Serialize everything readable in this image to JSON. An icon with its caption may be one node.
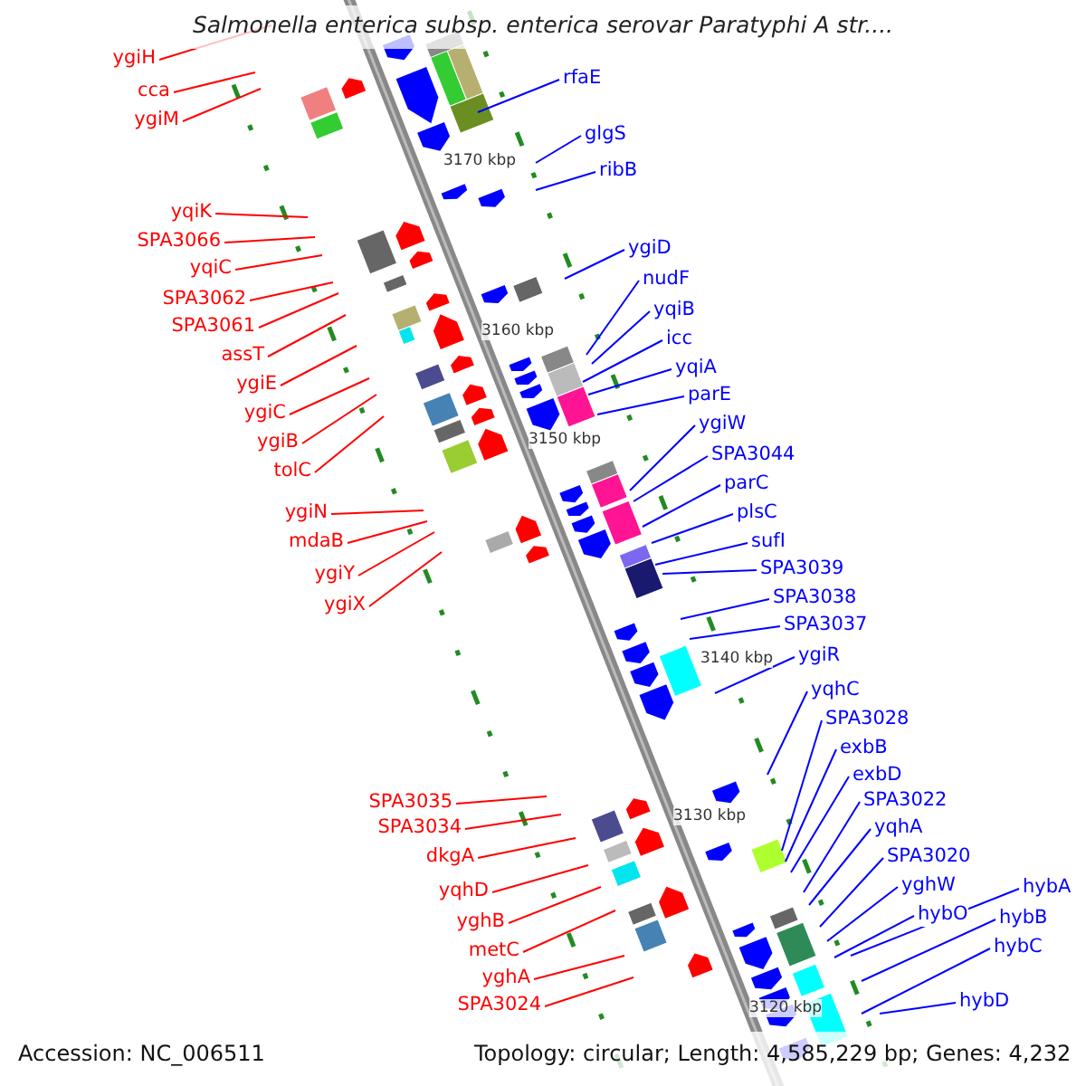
{
  "diagram": {
    "title": "Salmonella enterica subsp. enterica serovar Paratyphi A str....",
    "nodes": [
      {
        "text": [
          "ygiH"
        ]
      },
      {
        "text": [
          "cca"
        ]
      },
      {
        "text": [
          "ygiM"
        ]
      },
      {
        "text": [
          "yqiK"
        ]
      },
      {
        "text": [
          "SPA3066"
        ]
      },
      {
        "text": [
          "yqiC"
        ]
      },
      {
        "text": [
          "SPA3062"
        ]
      },
      {
        "text": [
          "SPA3061"
        ]
      },
      {
        "text": [
          "assT"
        ]
      },
      {
        "text": [
          "ygiE"
        ]
      },
      {
        "text": [
          "ygiC"
        ]
      },
      {
        "text": [
          "ygiB"
        ]
      },
      {
        "text": [
          "tolC"
        ]
      },
      {
        "text": [
          "ygiN"
        ]
      },
      {
        "text": [
          "mdaB"
        ]
      },
      {
        "text": [
          "ygiY"
        ]
      },
      {
        "text": [
          "ygiX"
        ]
      },
      {
        "text": [
          "SPA3035"
        ]
      },
      {
        "text": [
          "SPA3034"
        ]
      },
      {
        "text": [
          "dkgA"
        ]
      },
      {
        "text": [
          "yqhD"
        ]
      },
      {
        "text": [
          "yghB"
        ]
      },
      {
        "text": [
          "metC"
        ]
      },
      {
        "text": [
          "yghA"
        ]
      },
      {
        "text": [
          "SPA3024"
        ]
      },
      {
        "text": [
          "rfaE"
        ]
      },
      {
        "text": [
          "glgS"
        ]
      },
      {
        "text": [
          "ribB"
        ]
      },
      {
        "text": [
          "ygiD"
        ]
      },
      {
        "text": [
          "nudF"
        ]
      },
      {
        "text": [
          "yqiB"
        ]
      },
      {
        "text": [
          "icc"
        ]
      },
      {
        "text": [
          "yqiA"
        ]
      },
      {
        "text": [
          "parE"
        ]
      },
      {
        "text": [
          "ygiW"
        ]
      },
      {
        "text": [
          "SPA3044"
        ]
      },
      {
        "text": [
          "parC"
        ]
      },
      {
        "text": [
          "plsC"
        ]
      },
      {
        "text": [
          "sufI"
        ]
      },
      {
        "text": [
          "SPA3039"
        ]
      },
      {
        "text": [
          "SPA3038"
        ]
      },
      {
        "text": [
          "SPA3037"
        ]
      },
      {
        "text": [
          "ygiR"
        ]
      },
      {
        "text": [
          "yqhC"
        ]
      },
      {
        "text": [
          "SPA3028"
        ]
      },
      {
        "text": [
          "exbB"
        ]
      },
      {
        "text": [
          "exbD"
        ]
      },
      {
        "text": [
          "SPA3022"
        ]
      },
      {
        "text": [
          "yqhA"
        ]
      },
      {
        "text": [
          "SPA3020"
        ]
      },
      {
        "text": [
          "yghW"
        ]
      },
      {
        "text": [
          "hybO"
        ]
      },
      {
        "text": [
          "hybA"
        ]
      },
      {
        "text": [
          "hybB"
        ]
      },
      {
        "text": [
          "hybC"
        ]
      },
      {
        "text": [
          "hybD"
        ]
      }
    ],
    "edges": [
      {
        "from": 0,
        "to": null,
        "arrow": "none",
        "color": "#ff0000"
      },
      {
        "from": 1,
        "to": null,
        "arrow": "none",
        "color": "#ff0000"
      },
      {
        "from": 2,
        "to": null,
        "arrow": "none",
        "color": "#ff0000"
      },
      {
        "from": 3,
        "to": null,
        "arrow": "none",
        "color": "#ff0000"
      },
      {
        "from": 4,
        "to": null,
        "arrow": "none",
        "color": "#ff0000"
      },
      {
        "from": 5,
        "to": null,
        "arrow": "none",
        "color": "#ff0000"
      },
      {
        "from": 6,
        "to": null,
        "arrow": "none",
        "color": "#ff0000"
      },
      {
        "from": 7,
        "to": null,
        "arrow": "none",
        "color": "#ff0000"
      },
      {
        "from": 8,
        "to": null,
        "arrow": "none",
        "color": "#ff0000"
      },
      {
        "from": 9,
        "to": null,
        "arrow": "none",
        "color": "#ff0000"
      },
      {
        "from": 10,
        "to": null,
        "arrow": "none",
        "color": "#ff0000"
      },
      {
        "from": 11,
        "to": null,
        "arrow": "none",
        "color": "#ff0000"
      },
      {
        "from": 12,
        "to": null,
        "arrow": "none",
        "color": "#ff0000"
      },
      {
        "from": 13,
        "to": null,
        "arrow": "none",
        "color": "#ff0000"
      },
      {
        "from": 14,
        "to": null,
        "arrow": "none",
        "color": "#ff0000"
      },
      {
        "from": 15,
        "to": null,
        "arrow": "none",
        "color": "#ff0000"
      },
      {
        "from": 16,
        "to": null,
        "arrow": "none",
        "color": "#ff0000"
      },
      {
        "from": 17,
        "to": null,
        "arrow": "none",
        "color": "#ff0000"
      },
      {
        "from": 18,
        "to": null,
        "arrow": "none",
        "color": "#ff0000"
      },
      {
        "from": 19,
        "to": null,
        "arrow": "none",
        "color": "#ff0000"
      },
      {
        "from": 20,
        "to": null,
        "arrow": "none",
        "color": "#ff0000"
      },
      {
        "from": 21,
        "to": null,
        "arrow": "none",
        "color": "#ff0000"
      },
      {
        "from": 22,
        "to": null,
        "arrow": "none",
        "color": "#ff0000"
      },
      {
        "from": 23,
        "to": null,
        "arrow": "none",
        "color": "#ff0000"
      },
      {
        "from": 24,
        "to": null,
        "arrow": "none",
        "color": "#ff0000"
      },
      {
        "from": 25,
        "to": null,
        "arrow": "none"
      },
      {
        "from": 26,
        "to": null,
        "arrow": "none"
      },
      {
        "from": 27,
        "to": null,
        "arrow": "none"
      },
      {
        "from": 28,
        "to": null,
        "arrow": "none"
      },
      {
        "from": 29,
        "to": null,
        "arrow": "none"
      },
      {
        "from": 30,
        "to": null,
        "arrow": "none"
      },
      {
        "from": 31,
        "to": null,
        "arrow": "none"
      },
      {
        "from": 32,
        "to": null,
        "arrow": "none"
      },
      {
        "from": 33,
        "to": null,
        "arrow": "none"
      },
      {
        "from": 34,
        "to": null,
        "arrow": "none"
      },
      {
        "from": 35,
        "to": null,
        "arrow": "none"
      },
      {
        "from": 36,
        "to": null,
        "arrow": "none"
      },
      {
        "from": 37,
        "to": null,
        "arrow": "none"
      },
      {
        "from": 38,
        "to": null,
        "arrow": "none"
      },
      {
        "from": 39,
        "to": null,
        "arrow": "none"
      },
      {
        "from": 40,
        "to": null,
        "arrow": "none"
      },
      {
        "from": 41,
        "to": null,
        "arrow": "none"
      },
      {
        "from": 42,
        "to": null,
        "arrow": "none"
      },
      {
        "from": 43,
        "to": null,
        "arrow": "none"
      },
      {
        "from": 44,
        "to": null,
        "arrow": "none"
      },
      {
        "from": 45,
        "to": null,
        "arrow": "none"
      },
      {
        "from": 46,
        "to": null,
        "arrow": "none"
      },
      {
        "from": 47,
        "to": null,
        "arrow": "none"
      },
      {
        "from": 48,
        "to": null,
        "arrow": "none"
      },
      {
        "from": 49,
        "to": null,
        "arrow": "none"
      },
      {
        "from": 50,
        "to": null,
        "arrow": "none"
      },
      {
        "from": 51,
        "to": null,
        "arrow": "none"
      },
      {
        "from": 52,
        "to": null,
        "arrow": "none"
      },
      {
        "from": 53,
        "to": null,
        "arrow": "none"
      },
      {
        "from": 54,
        "to": null,
        "arrow": "none"
      },
      {
        "from": 55,
        "to": null,
        "arrow": "none"
      }
    ],
    "labels": [
      "3170 kbp",
      "3160 kbp",
      "3150 kbp",
      "3140 kbp",
      "3130 kbp",
      "3120 kbp",
      "Accession: NC_006511",
      "Topology: circular; Length: 4,585,229 bp; Genes: 4,232"
    ]
  }
}
